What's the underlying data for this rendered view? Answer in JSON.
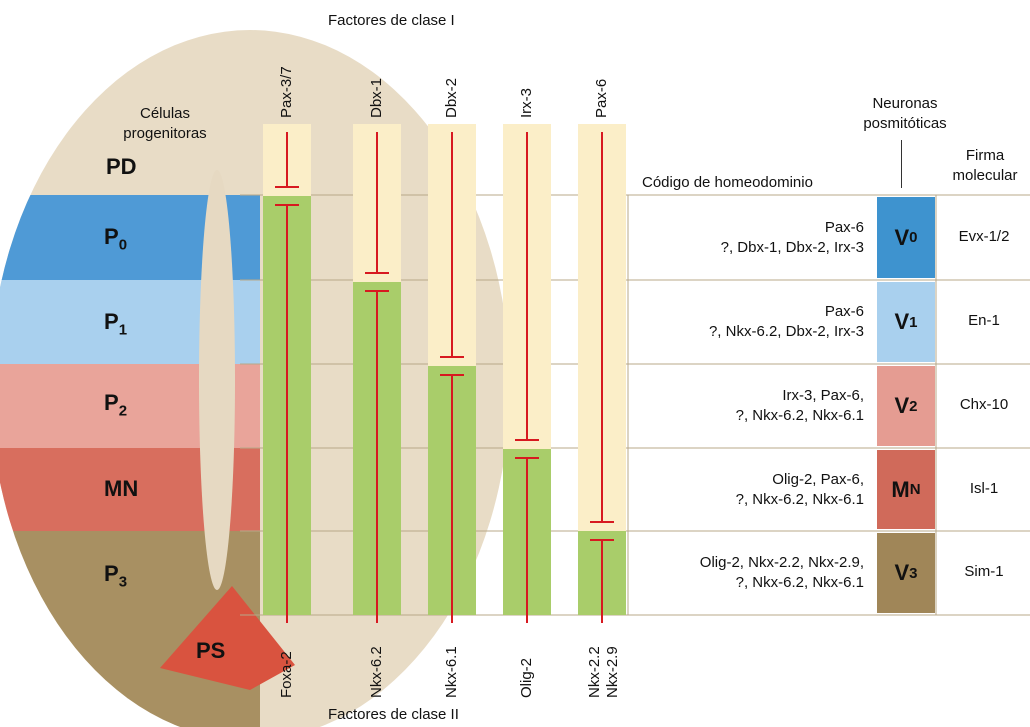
{
  "titles": {
    "class_i": "Factores de clase I",
    "class_ii": "Factores de clase II",
    "progenitors": "Células progenitoras",
    "postmitotic": "Neuronas posmitóticas",
    "homeodomain_code": "Código de homeodominio",
    "molecular_signature": "Firma molecular"
  },
  "domains": [
    {
      "label": "PD",
      "sub": "",
      "color": "#e8dcc6"
    },
    {
      "label": "P",
      "sub": "0",
      "color": "#4f9ad6"
    },
    {
      "label": "P",
      "sub": "1",
      "color": "#a9d0ee"
    },
    {
      "label": "P",
      "sub": "2",
      "color": "#e9a49a"
    },
    {
      "label": "MN",
      "sub": "",
      "color": "#d86e5e"
    },
    {
      "label": "P",
      "sub": "3",
      "color": "#a89062"
    },
    {
      "label": "PS",
      "sub": "",
      "color": "#d9533f"
    }
  ],
  "class_i_factors": [
    "Pax-3/7",
    "Dbx-1",
    "Dbx-2",
    "Irx-3",
    "Pax-6"
  ],
  "class_ii_factors": [
    "Foxa-2",
    "Nkx-6.2",
    "Nkx-6.1",
    "Olig-2",
    "Nkx-2.2\nNkx-2.9"
  ],
  "neurons": [
    {
      "code_line1": "Pax-6",
      "code_line2": "?, Dbx-1, Dbx-2, Irx-3",
      "name": "V",
      "sub": "0",
      "color": "#3e93cf",
      "signature": "Evx-1/2"
    },
    {
      "code_line1": "Pax-6",
      "code_line2": "?, Nkx-6.2, Dbx-2, Irx-3",
      "name": "V",
      "sub": "1",
      "color": "#a9d0ee",
      "signature": "En-1"
    },
    {
      "code_line1": "Irx-3, Pax-6,",
      "code_line2": "?, Nkx-6.2, Nkx-6.1",
      "name": "V",
      "sub": "2",
      "color": "#e59c92",
      "signature": "Chx-10"
    },
    {
      "code_line1": "Olig-2, Pax-6,",
      "code_line2": "?, Nkx-6.2, Nkx-6.1",
      "name": "M",
      "sub": "N",
      "color": "#d06a5a",
      "signature": "Isl-1"
    },
    {
      "code_line1": "Olig-2, Nkx-2.2, Nkx-2.9,",
      "code_line2": "?, Nkx-6.2, Nkx-6.1",
      "name": "V",
      "sub": "3",
      "color": "#a08658",
      "signature": "Sim-1"
    }
  ],
  "colors": {
    "class_i_band": "#fbeec8",
    "class_ii_band": "#a9cd6a",
    "repression_line": "#d71920",
    "grid_line": "#b8a888",
    "lumen": "#e6d9c2"
  }
}
